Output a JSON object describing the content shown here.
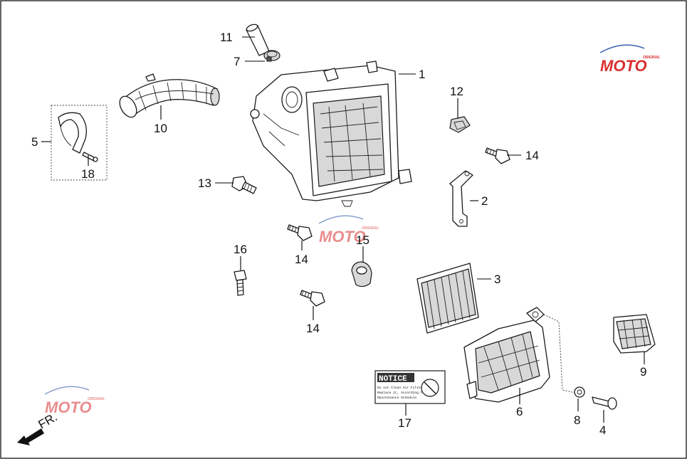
{
  "callouts": {
    "c1": "1",
    "c2": "2",
    "c3": "3",
    "c4": "4",
    "c5": "5",
    "c6": "6",
    "c7": "7",
    "c8": "8",
    "c9": "9",
    "c10": "10",
    "c11": "11",
    "c12": "12",
    "c13": "13",
    "c14a": "14",
    "c14b": "14",
    "c14c": "14",
    "c15": "15",
    "c16": "16",
    "c17": "17",
    "c18": "18"
  },
  "notice_label": {
    "title": "NOTICE",
    "line1": "Do not Clean Air Filter",
    "line2": "Replace it, According to",
    "line3": "Maintenance Schedule"
  },
  "direction": {
    "label": "FR."
  },
  "watermark": {
    "text": "MOTO",
    "small": "ORIGINAL",
    "accent": "#d93030",
    "blue": "#3a5fb0"
  }
}
